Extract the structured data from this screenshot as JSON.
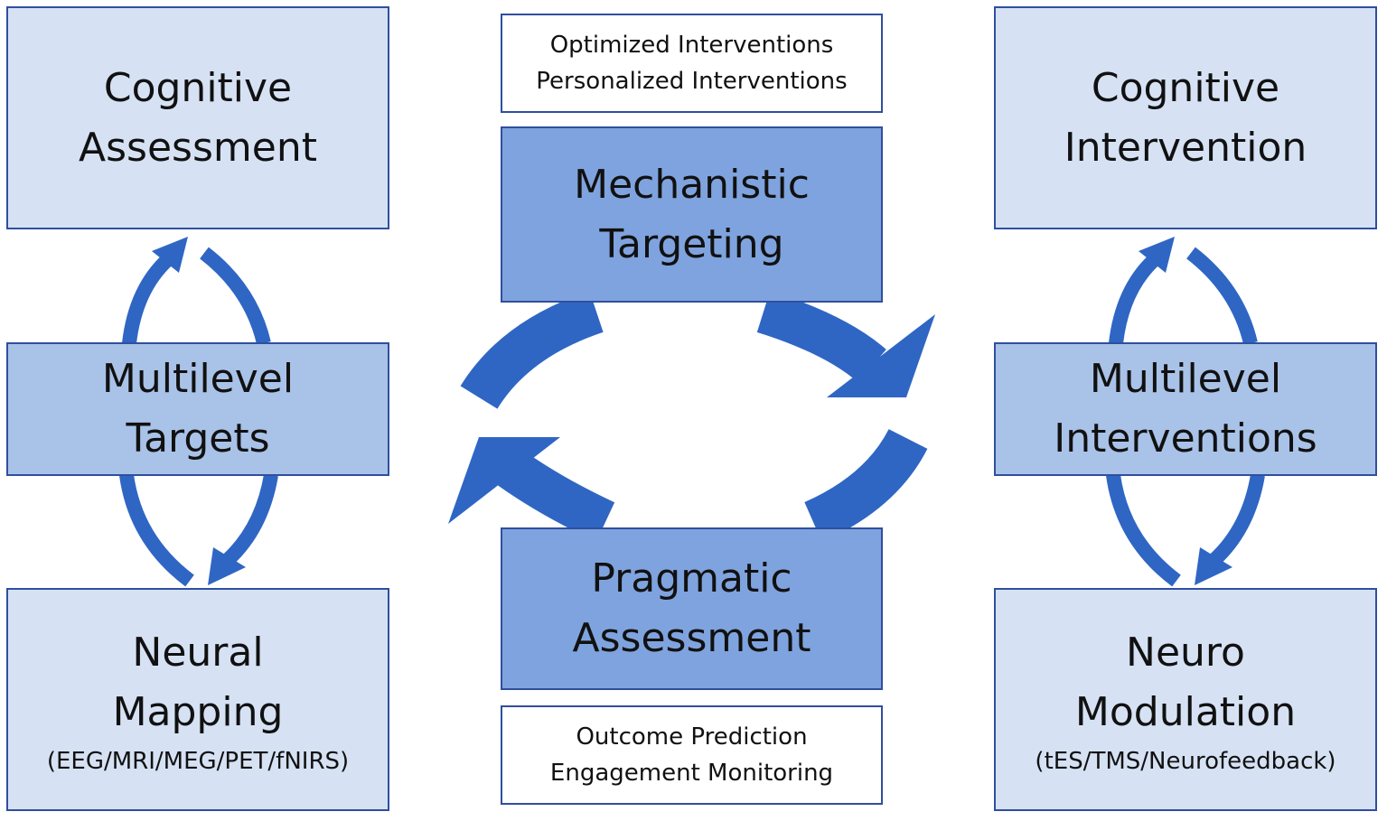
{
  "left": {
    "top": {
      "line1": "Cognitive",
      "line2": "Assessment"
    },
    "middle": {
      "line1": "Multilevel",
      "line2": "Targets"
    },
    "bottom": {
      "line1": "Neural",
      "line2": "Mapping",
      "sub": "(EEG/MRI/MEG/PET/fNIRS)"
    }
  },
  "center": {
    "top_note": {
      "line1": "Optimized Interventions",
      "line2": "Personalized Interventions"
    },
    "upper": {
      "line1": "Mechanistic",
      "line2": "Targeting"
    },
    "lower": {
      "line1": "Pragmatic",
      "line2": "Assessment"
    },
    "bottom_note": {
      "line1": "Outcome Prediction",
      "line2": "Engagement Monitoring"
    }
  },
  "right": {
    "top": {
      "line1": "Cognitive",
      "line2": "Intervention"
    },
    "middle": {
      "line1": "Multilevel",
      "line2": "Interventions"
    },
    "bottom": {
      "line1": "Neuro",
      "line2": "Modulation",
      "sub": "(tES/TMS/Neurofeedback)"
    }
  },
  "colors": {
    "arrow": "#2f66c4",
    "border": "#2f4f9e",
    "light_fill": "#d6e2f4",
    "mid_fill": "#a9c2e8",
    "dark_fill": "#7fa3de"
  },
  "icons": {
    "arrows": [
      "cycle-arrow-top",
      "cycle-arrow-bottom",
      "curved-arrow-up",
      "curved-arrow-down"
    ]
  }
}
